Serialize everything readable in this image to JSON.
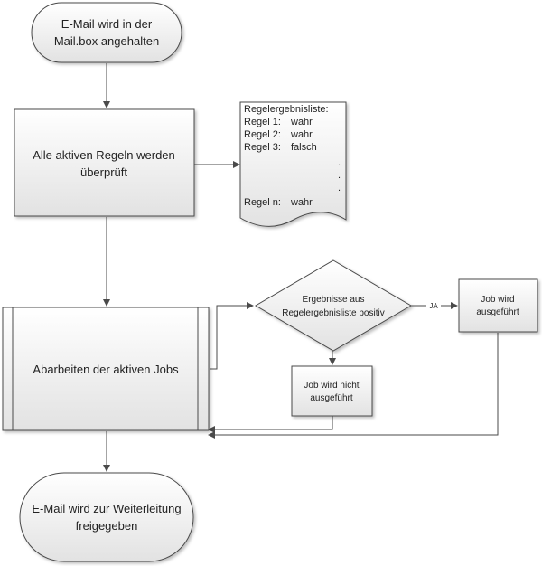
{
  "diagram": {
    "start": {
      "line1": "E-Mail wird in der",
      "line2": "Mail.box angehalten"
    },
    "check_rules": {
      "line1": "Alle aktiven Regeln werden",
      "line2": "überprüft"
    },
    "result_list": {
      "title": "Regelergebnisliste:",
      "rows": [
        {
          "name": "Regel 1:",
          "value": "wahr"
        },
        {
          "name": "Regel 2:",
          "value": "wahr"
        },
        {
          "name": "Regel 3:",
          "value": "falsch"
        }
      ],
      "dots": [
        ".",
        ".",
        "."
      ],
      "last_row": {
        "name": "Regel n:",
        "value": "wahr"
      }
    },
    "process_jobs": {
      "label": "Abarbeiten der aktiven Jobs"
    },
    "decision": {
      "line1": "Ergebnisse aus",
      "line2": "Regelergebnisliste positiv"
    },
    "yes_label": "JA",
    "job_executed": {
      "line1": "Job wird",
      "line2": "ausgeführt"
    },
    "job_not_executed": {
      "line1": "Job wird nicht",
      "line2": "ausgeführt"
    },
    "end": {
      "line1": "E-Mail wird zur Weiterleitung",
      "line2": "freigegeben"
    },
    "colors": {
      "fill_top": "#ffffff",
      "fill_bottom": "#e0e0e0",
      "stroke": "#4a4a4a"
    }
  }
}
